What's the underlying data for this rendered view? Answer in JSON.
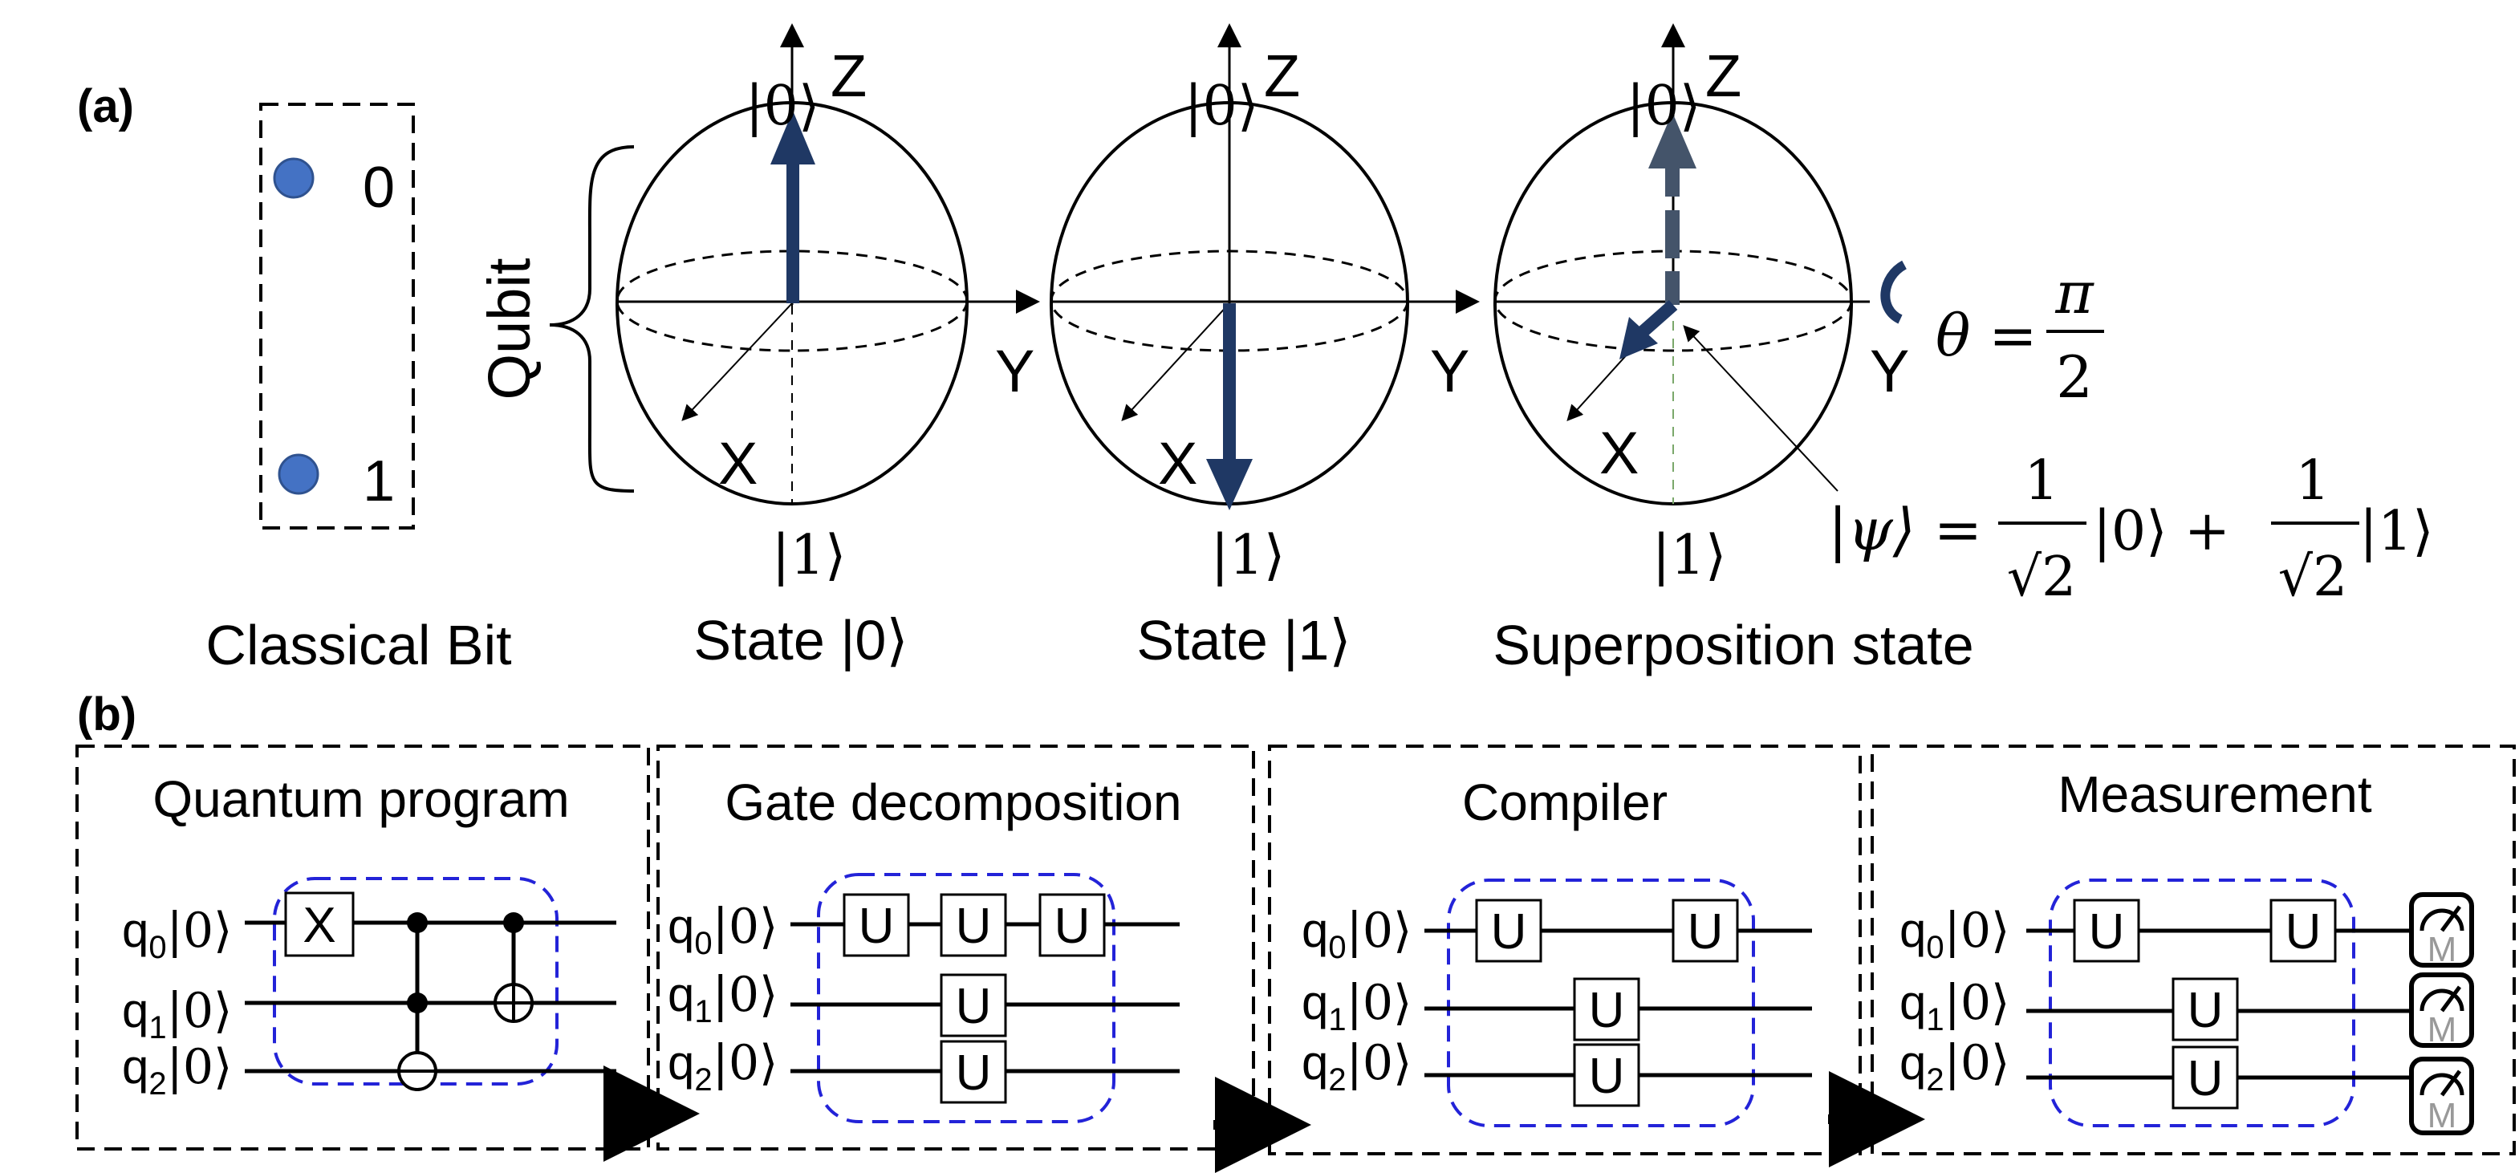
{
  "part_a": {
    "label": "(a)",
    "classical_bit": {
      "value_0": "0",
      "value_1": "1",
      "caption": "Classical Bit"
    },
    "qubit_label": "Qubit",
    "colors": {
      "bit_dot": "#4472c4",
      "state_arrow": "#1f3864",
      "superposition_arrow": "#44546a",
      "rotation_arc": "#1f3864"
    },
    "spheres": [
      {
        "top_ket": "|0⟩",
        "z_label": "Z",
        "x_label": "X",
        "y_label": "Y",
        "bottom_ket": "|1⟩",
        "caption": "State |0⟩"
      },
      {
        "top_ket": "|0⟩",
        "z_label": "Z",
        "x_label": "X",
        "y_label": "Y",
        "bottom_ket": "|1⟩",
        "caption": "State |1⟩"
      },
      {
        "top_ket": "|0⟩",
        "z_label": "Z",
        "x_label": "X",
        "y_label": "Y",
        "bottom_ket": "|1⟩",
        "caption": "Superposition state"
      }
    ],
    "theta": {
      "lhs": "θ =",
      "num": "π",
      "den": "2"
    },
    "psi": {
      "lhs": "|ψ⟩ =",
      "num": "1",
      "sqrt": "√2",
      "ket0": "|0⟩",
      "plus": "+",
      "ket1": "|1⟩"
    }
  },
  "part_b": {
    "label": "(b)",
    "qubits": [
      {
        "q": "q",
        "sub": "0",
        "ket": "|0⟩"
      },
      {
        "q": "q",
        "sub": "1",
        "ket": "|0⟩"
      },
      {
        "q": "q",
        "sub": "2",
        "ket": "|0⟩"
      }
    ],
    "panels": [
      {
        "title": "Quantum program",
        "gate_x": "X"
      },
      {
        "title": "Gate decomposition",
        "gate_u": "U"
      },
      {
        "title": "Compiler",
        "gate_u": "U"
      },
      {
        "title": "Measurement",
        "gate_u": "U",
        "meter": "M"
      }
    ]
  }
}
